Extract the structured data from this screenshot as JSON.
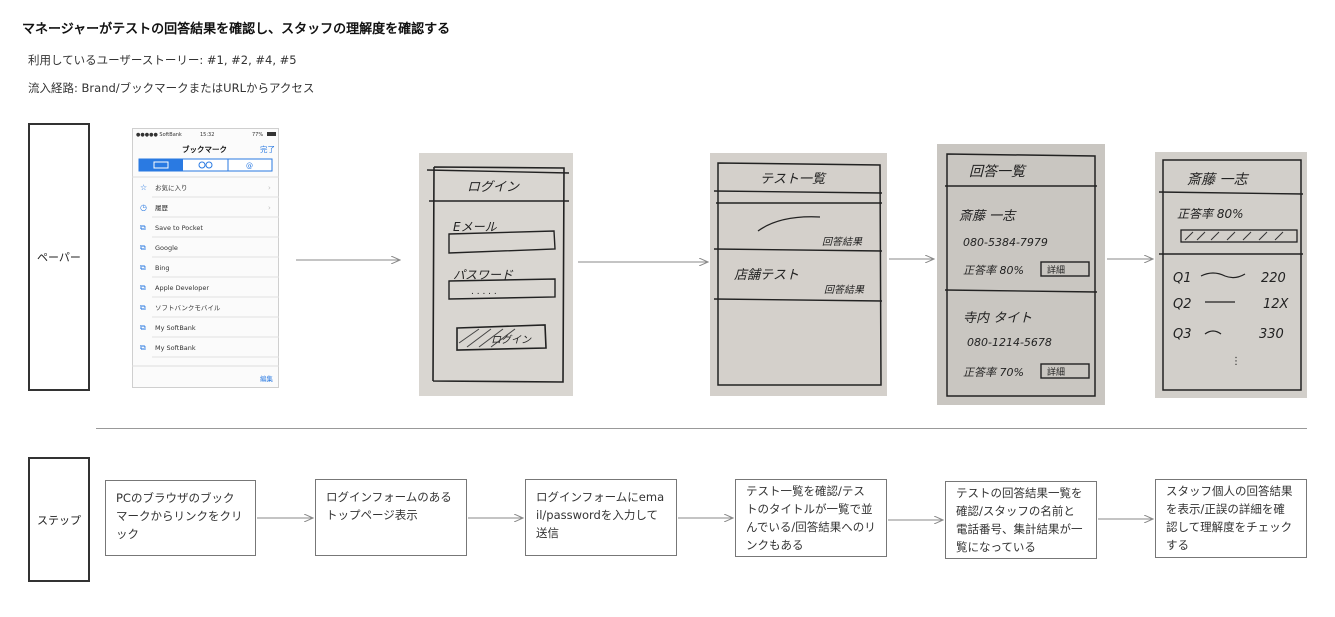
{
  "title": "マネージャーがテストの回答結果を確認し、スタッフの理解度を確認する",
  "stories": "利用しているユーザーストーリー: #1, #2, #4, #5",
  "route": "流入経路: Brand/ブックマークまたはURLからアクセス",
  "lanes": {
    "paper": "ペーパー",
    "step": "ステップ"
  },
  "phone": {
    "carrier": "●●●●● SoftBank",
    "time": "15:32",
    "battery": "77%",
    "title": "ブックマーク",
    "done": "完了",
    "items": [
      "お気に入り",
      "履歴",
      "Save to Pocket",
      "Google",
      "Bing",
      "Apple Developer",
      "ソフトバンクモバイル",
      "My SoftBank",
      "My SoftBank"
    ],
    "edit": "編集"
  },
  "sketch_login": {
    "header": "ログイン",
    "email": "Eメール",
    "password": "パスワード",
    "button": "ログイン"
  },
  "sketch_tests": {
    "header": "テスト一覧",
    "item": "店舗テスト",
    "link1": "回答結果",
    "link2": "回答結果"
  },
  "sketch_answers": {
    "header": "回答一覧",
    "name1": "斎藤 一志",
    "phone1": "080-5384-7979",
    "score1": "正答率 80%",
    "name2": "寺内 タイト",
    "phone2": "080-1214-5678",
    "score2": "正答率 70%",
    "tag": "詳細"
  },
  "sketch_detail": {
    "header": "斎藤 一志",
    "score": "正答率 80%",
    "q1": "Q1",
    "a1": "220",
    "q2": "Q2",
    "a2": "12X",
    "q3": "Q3",
    "a3": "330"
  },
  "steps": [
    "PCのブラウザのブックマークからリンクをクリック",
    "ログインフォームのあるトップページ表示",
    "ログインフォームにemail/passwordを入力して送信",
    "テスト一覧を確認/テストのタイトルが一覧で並んでいる/回答結果へのリンクもある",
    "テストの回答結果一覧を確認/スタッフの名前と電話番号、集計結果が一覧になっている",
    "スタッフ個人の回答結果を表示/正誤の詳細を確認して理解度をチェックする"
  ]
}
